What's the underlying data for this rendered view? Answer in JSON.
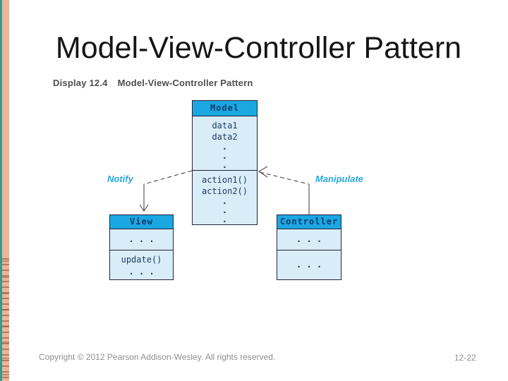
{
  "slide": {
    "title": "Model-View-Controller Pattern",
    "footer": "Copyright © 2012 Pearson Addison-Wesley. All rights reserved.",
    "page_number": "12-22"
  },
  "figure": {
    "caption_label": "Display 12.4",
    "caption_title": "Model-View-Controller Pattern"
  },
  "diagram": {
    "labels": {
      "notify": "Notify",
      "manipulate": "Manipulate"
    },
    "model": {
      "header": "Model",
      "data1": "data1",
      "data2": "data2",
      "dot": ".",
      "action1": "action1()",
      "action2": "action2()"
    },
    "view": {
      "header": "View",
      "ellipsis": ". . .",
      "method": "update()"
    },
    "controller": {
      "header": "Controller",
      "ellipsis": ". . ."
    },
    "colors": {
      "box_header_bg": "#1BA7E1",
      "box_body_bg": "#D9EDF8",
      "box_border": "#23233A",
      "box_text": "#1C3D63",
      "connector_label_blue": "#2CA6DC",
      "spine_teal": "#2AA18F",
      "spine_tan": "#EBB59D",
      "footer_gray": "#8F8F8F"
    }
  }
}
